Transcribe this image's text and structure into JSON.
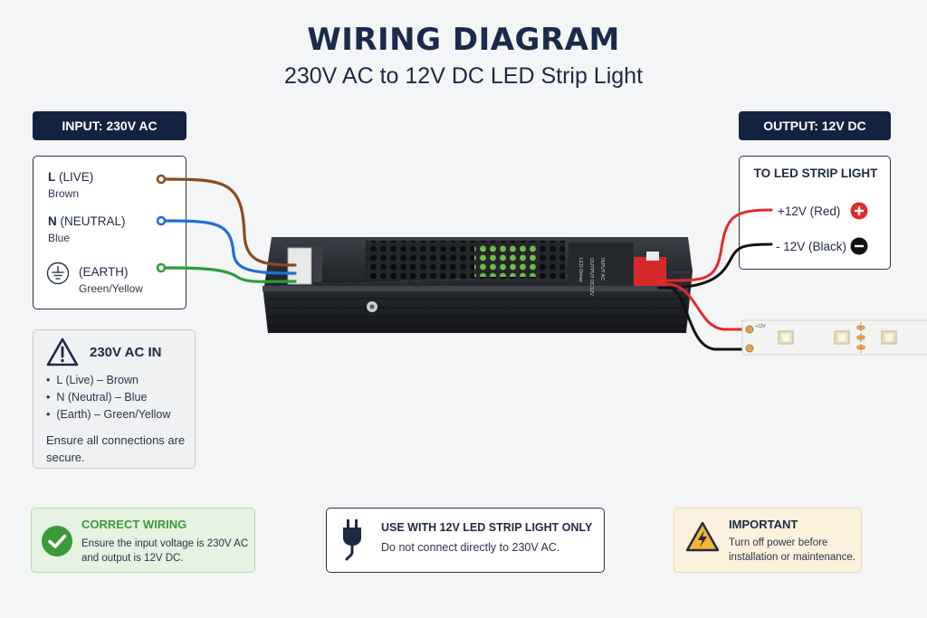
{
  "header": {
    "title": "WIRING DIAGRAM",
    "subtitle": "230V AC to 12V DC LED Strip Light"
  },
  "input": {
    "header": "INPUT: 230V AC",
    "terminals": [
      {
        "letter": "L",
        "name": "(LIVE)",
        "color_name": "Brown",
        "wire_color": "#8b4a22"
      },
      {
        "letter": "N",
        "name": "(NEUTRAL)",
        "color_name": "Blue",
        "wire_color": "#1f6fd1"
      },
      {
        "letter": "",
        "name": "(EARTH)",
        "color_name": "Green/Yellow",
        "wire_color": "#2e9b3a"
      }
    ]
  },
  "output": {
    "header": "OUTPUT: 12V DC",
    "box_title": "TO LED STRIP LIGHT",
    "positive": {
      "label": "+12V (Red)",
      "wire_color": "#e12b2b"
    },
    "negative": {
      "label": "- 12V (Black)",
      "wire_color": "#111111"
    }
  },
  "warning": {
    "title": "230V AC IN",
    "items": [
      "L (Live) – Brown",
      "N (Neutral) – Blue",
      "(Earth) – Green/Yellow"
    ],
    "note": "Ensure all connections are secure."
  },
  "cards": {
    "correct": {
      "title": "CORRECT WIRING",
      "text": "Ensure the input voltage is 230V AC and output is 12V DC.",
      "accent": "#3a9a3a"
    },
    "use": {
      "title": "USE WITH 12V LED STRIP LIGHT ONLY",
      "text": "Do not connect directly to 230V AC."
    },
    "important": {
      "title": "IMPORTANT",
      "text": "Turn off power before installation or maintenance.",
      "accent": "#f2b632"
    }
  },
  "icons": {
    "warning": "warning-triangle-icon",
    "earth": "earth-ground-icon",
    "check": "check-circle-icon",
    "plug": "plug-icon",
    "high_voltage": "high-voltage-icon",
    "plus": "plus-circle-icon",
    "minus": "minus-circle-icon"
  },
  "strip": {
    "plus_label": "+12V"
  }
}
